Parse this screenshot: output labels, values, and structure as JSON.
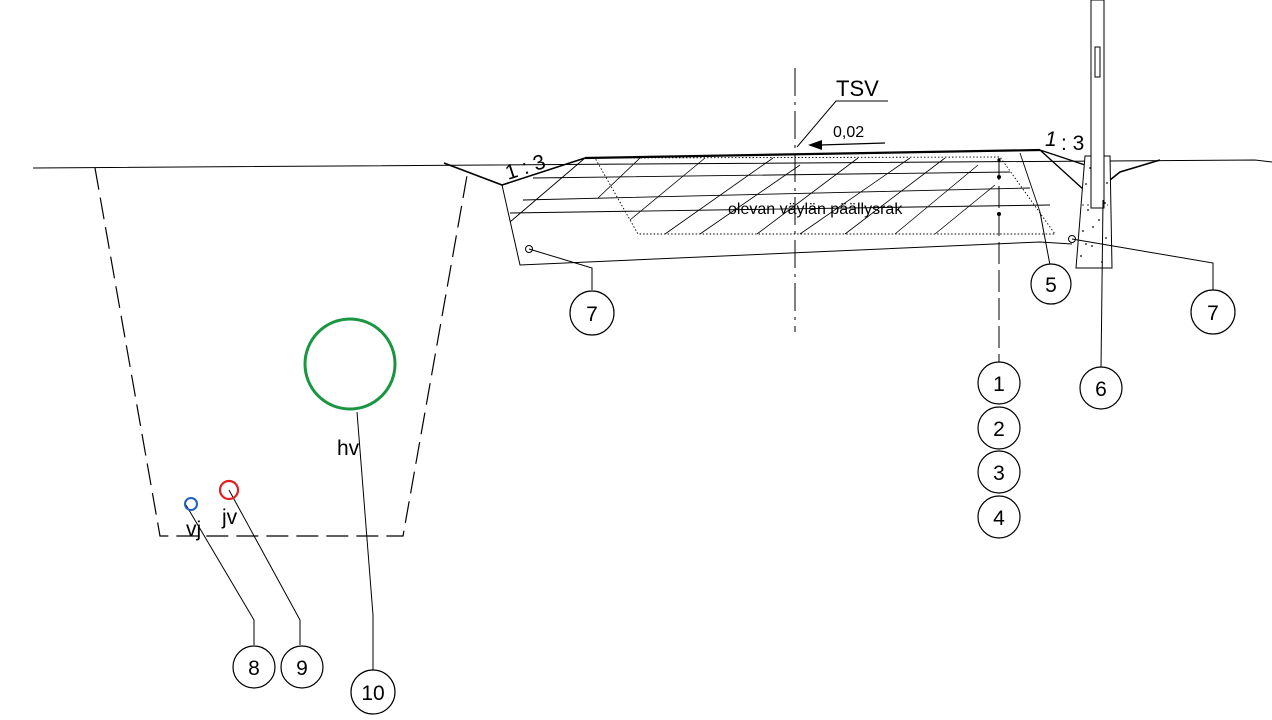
{
  "labels": {
    "tsv": "TSV",
    "slope_value": "0,02",
    "slope_left": "1 : 3",
    "slope_right_one": "1",
    "slope_right_rest": ": 3",
    "existing_pavement": "olevan väylän päällysrak",
    "pipe_hv": "hv",
    "pipe_vj": "vj",
    "pipe_jv": "jv"
  },
  "callouts": {
    "c1": "1",
    "c2": "2",
    "c3": "3",
    "c4": "4",
    "c5": "5",
    "c6": "6",
    "c7a": "7",
    "c7b": "7",
    "c8": "8",
    "c9": "9",
    "c10": "10"
  },
  "colors": {
    "line": "#000000",
    "pipe_hv": "#1a9641",
    "pipe_jv": "#e02020",
    "pipe_vj": "#1f5fbf"
  }
}
